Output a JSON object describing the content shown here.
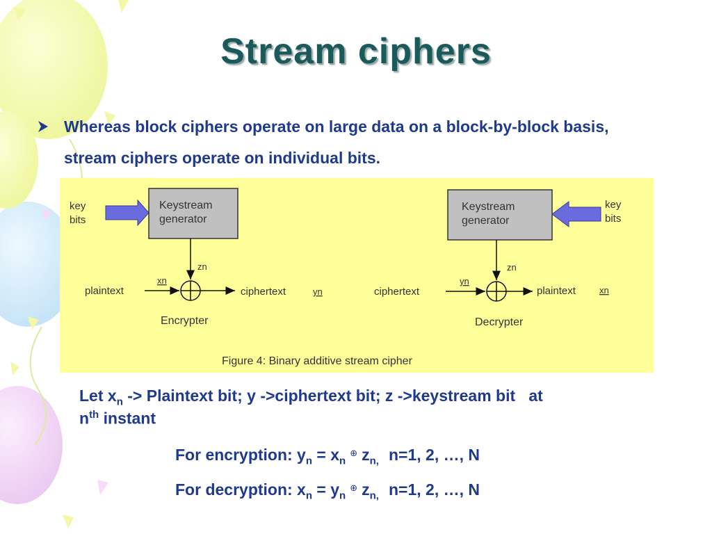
{
  "slide": {
    "title": "Stream ciphers",
    "bullet_icon": "arrow-bullet-icon",
    "bullet_text": "Whereas block ciphers operate on large data on a block-by-block basis, stream ciphers operate on individual bits."
  },
  "diagram": {
    "encrypter": {
      "key_label_1": "key",
      "key_label_2": "bits",
      "generator_line_1": "Keystream",
      "generator_line_2": "generator",
      "z_label": "zn",
      "x_label": "xn",
      "input_label": "plaintext",
      "output_label": "ciphertext",
      "output_var": "yn",
      "caption": "Encrypter"
    },
    "decrypter": {
      "key_label_1": "key",
      "key_label_2": "bits",
      "generator_line_1": "Keystream",
      "generator_line_2": "generator",
      "z_label": "zn",
      "y_label": "yn",
      "input_label": "ciphertext",
      "output_label": "plaintext",
      "output_var": "xn",
      "caption": "Decrypter"
    },
    "figure_caption": "Figure 4: Binary additive stream cipher",
    "colors": {
      "box_fill": "#ffff99",
      "generator_fill": "#c0c0c0",
      "key_arrow": "#6b6be0"
    }
  },
  "notes": {
    "let_prefix": "Let x",
    "let_sub": "n",
    "let_rest": " -> Plaintext bit; y ->ciphertext bit; z ->keystream bit   at",
    "nth_n": "n",
    "nth_sup": "th",
    "nth_rest": " instant",
    "enc": {
      "prefix": "For encryption: y",
      "s1": "n",
      "eq": " = x",
      "s2": "n",
      "xor": "⊕",
      "z": "z",
      "s3": "n,",
      "range": "n=1, 2, …, N"
    },
    "dec": {
      "prefix": "For decryption: x",
      "s1": "n",
      "eq": " = y",
      "s2": "n",
      "xor": "⊕",
      "z": "z",
      "s3": "n,",
      "range": "n=1, 2, …, N"
    }
  }
}
